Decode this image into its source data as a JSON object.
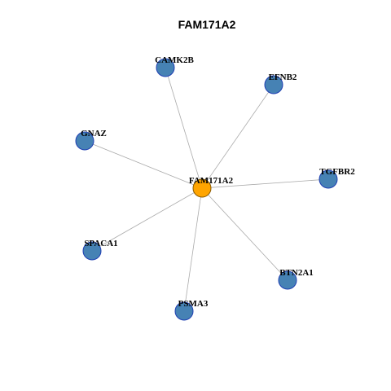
{
  "title": "FAM171A2",
  "colors": {
    "hub_fill": "#FFA500",
    "node_fill": "#4682B4",
    "edge": "#AAAAAA"
  },
  "hub": {
    "label": "FAM171A2"
  },
  "neighbors": [
    {
      "label": "CAMK2B"
    },
    {
      "label": "EFNB2"
    },
    {
      "label": "GNAZ"
    },
    {
      "label": "TGFBR2"
    },
    {
      "label": "SPACA1"
    },
    {
      "label": "BTN2A1"
    },
    {
      "label": "PSMA3"
    }
  ]
}
